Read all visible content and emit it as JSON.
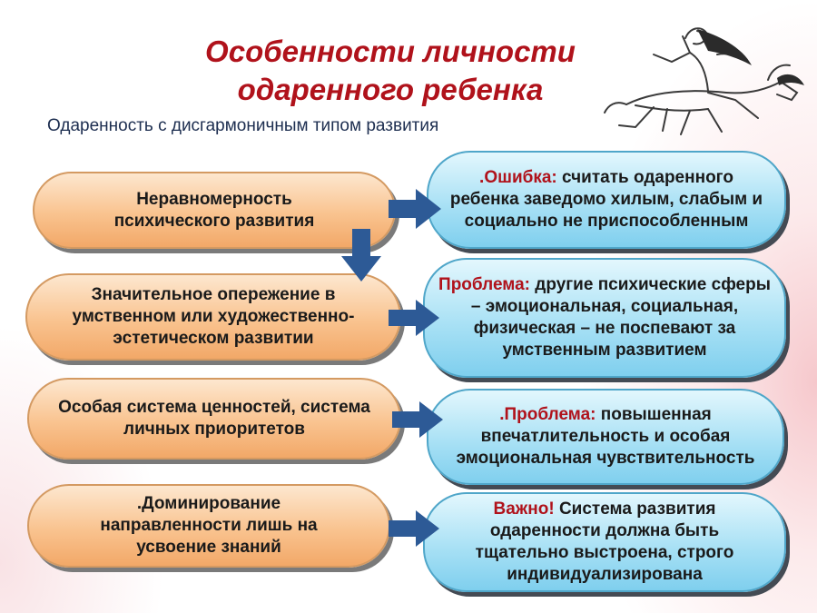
{
  "title": "Особенности личности одаренного ребенка",
  "title_lines": [
    "Особенности личности",
    "одаренного ребенка"
  ],
  "subtitle": "Одаренность с дисгармоничным типом развития",
  "features": [
    {
      "text": "Неравномерность психического развития"
    },
    {
      "text": "Значительное опережение в умственном или художественно-эстетическом развитии"
    },
    {
      "text": "Особая система ценностей, система личных приоритетов"
    },
    {
      "text": ".Доминирование направленности лишь на усвоение знаний"
    }
  ],
  "notes": [
    {
      "keyword": ".Ошибка:",
      "text": " считать одаренного ребенка заведомо хилым, слабым и социально не приспособленным"
    },
    {
      "keyword": "Проблема:",
      "text": " другие психические сферы – эмоциональная, социальная, физическая – не поспевают за умственным развитием"
    },
    {
      "keyword": ".Проблема:",
      "text": "  повышенная впечатлительность и особая эмоциональная чувствительность"
    },
    {
      "keyword": "Важно!",
      "text": " Система развития одаренности должна быть тщательно выстроена, строго индивидуализирована"
    }
  ],
  "colors": {
    "title": "#b0121b",
    "keyword": "#b0121b",
    "arrow": "#2d5a96",
    "left_fill": "#f9c38f",
    "right_fill": "#a9e1f5"
  }
}
